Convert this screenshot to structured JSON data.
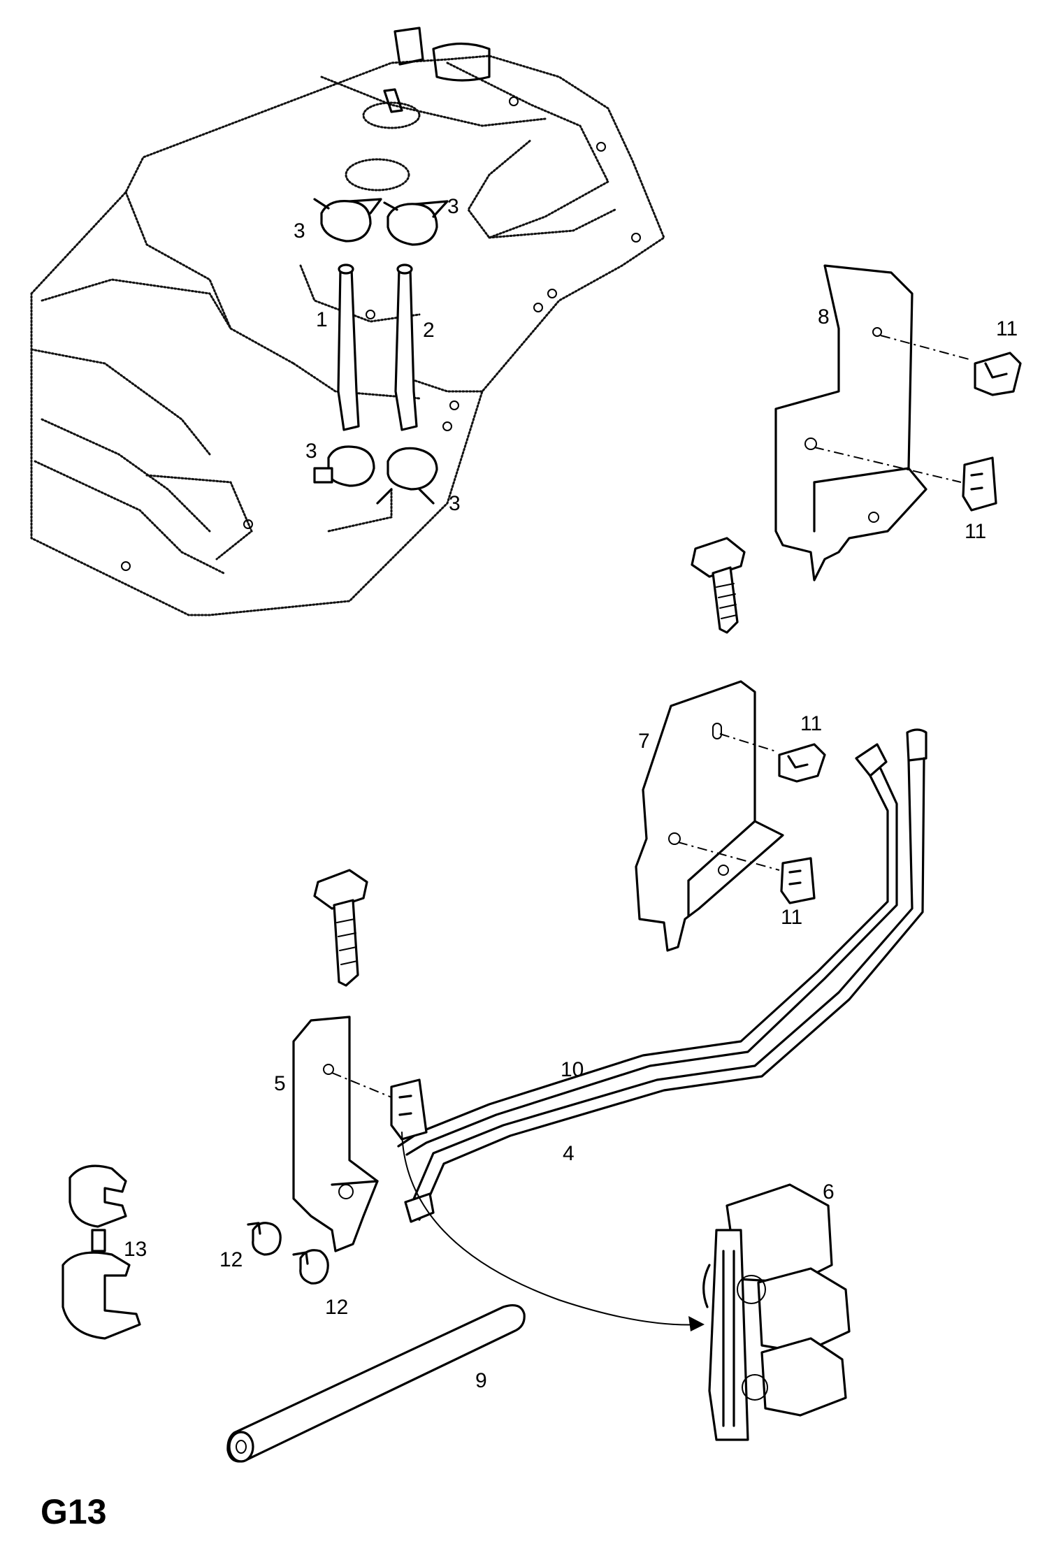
{
  "figure_code": "G13",
  "callouts": {
    "c1": "1",
    "c2": "2",
    "c3a": "3",
    "c3b": "3",
    "c3c": "3",
    "c3d": "3",
    "c4": "4",
    "c5": "5",
    "c6": "6",
    "c7": "7",
    "c8": "8",
    "c9": "9",
    "c10": "10",
    "c11a": "11",
    "c11b": "11",
    "c11c": "11",
    "c11d": "11",
    "c12a": "12",
    "c12b": "12",
    "c13": "13"
  }
}
